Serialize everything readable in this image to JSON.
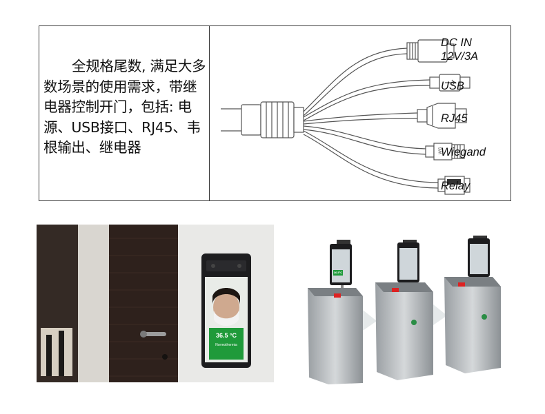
{
  "description": "全规格尾数, 满足大多数场景的使用需求，带继电器控制开门，包括: 电源、USB接口、RJ45、韦根输出、继电器",
  "ports": {
    "dc_in_line1": "DC IN",
    "dc_in_line2": "12V/3A",
    "usb": "USB",
    "rj45": "RJ45",
    "wiegand": "Wiegand",
    "relay": "Relay"
  },
  "door_photo": {
    "temperature": "36.5 °C",
    "status": "Normothermia"
  },
  "gate_photo": {
    "temperature": "36.5°C"
  }
}
